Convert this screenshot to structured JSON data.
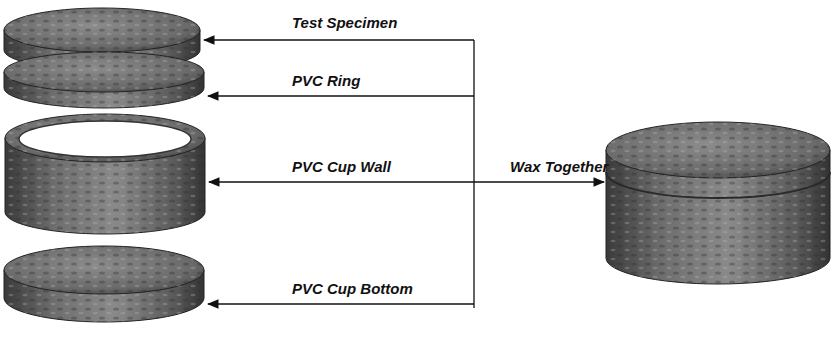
{
  "diagram": {
    "labels": [
      "Test Specimen",
      "PVC Ring",
      "PVC Cup Wall",
      "Wax Together",
      "PVC Cup Bottom"
    ]
  }
}
